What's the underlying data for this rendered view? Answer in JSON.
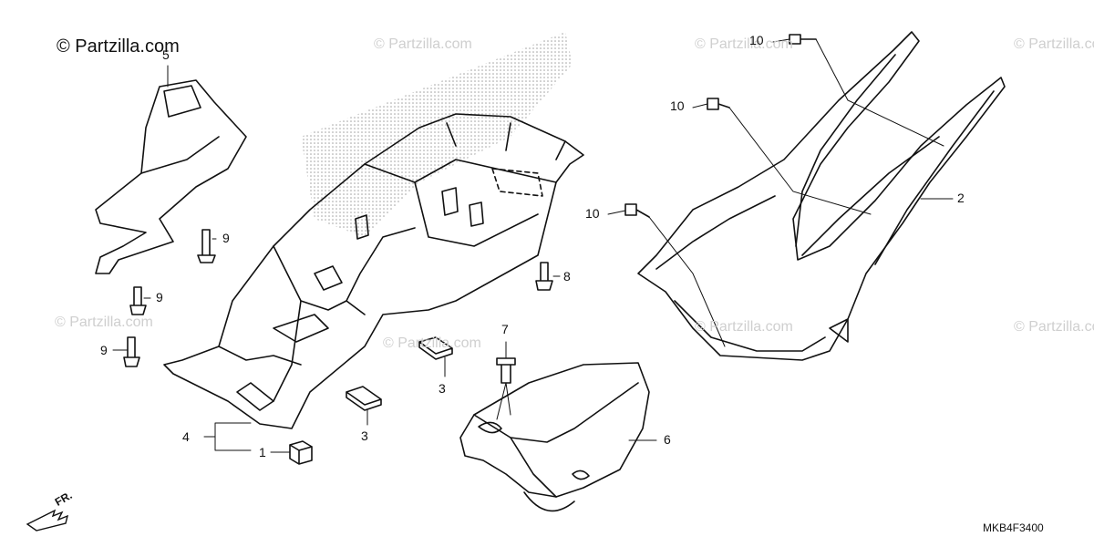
{
  "copyright": "© Partzilla.com",
  "watermark_text": "© Partzilla.com",
  "diagram_code": "MKB4F3400",
  "direction_label": "FR.",
  "callouts": [
    "5",
    "9",
    "9",
    "9",
    "1",
    "4",
    "3",
    "3",
    "8",
    "7",
    "6",
    "10",
    "10",
    "10",
    "2"
  ],
  "colors": {
    "line": "#111111",
    "stipple": "#9a9a9a",
    "watermark": "#cfcfcf"
  }
}
